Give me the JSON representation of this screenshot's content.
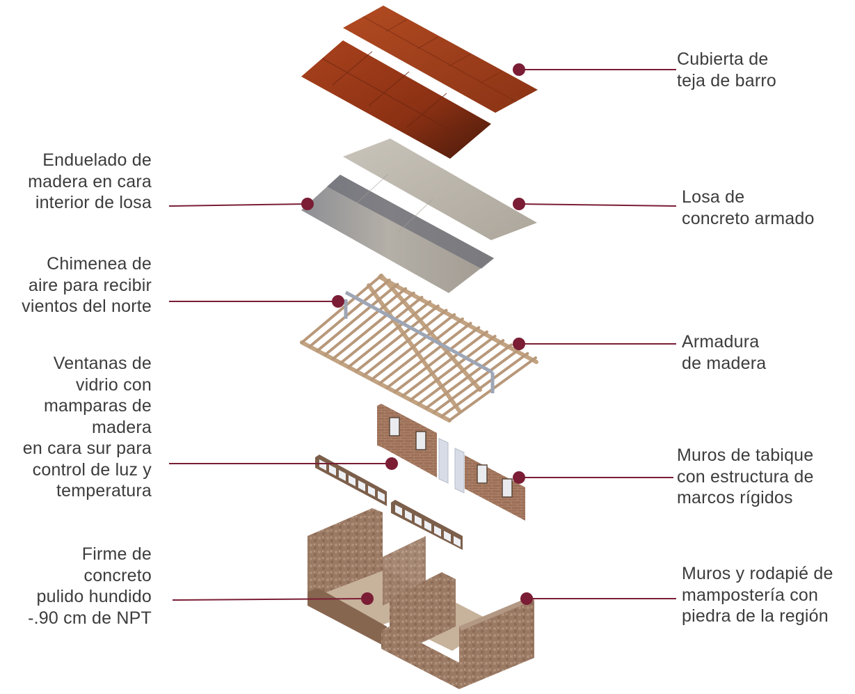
{
  "colors": {
    "leader": "#7a1d35",
    "label_text": "#3c3c3c",
    "tile": "#a2401c",
    "concrete_slab": "#bdb7ad",
    "ceiling_underside": "#75767c",
    "timber": "#c2a382",
    "brick": "#9a6e55",
    "stone": "#9d7d66"
  },
  "labels": {
    "roof_tile": [
      "Cubierta de",
      "teja de barro"
    ],
    "wood_ceiling": [
      "Enduelado de",
      "madera en cara",
      "interior de losa"
    ],
    "concrete_slab": [
      "Losa de",
      "concreto armado"
    ],
    "air_chimney": [
      "Chimenea de",
      "aire para recibir",
      "vientos del norte"
    ],
    "wood_truss": [
      "Armadura",
      "de madera"
    ],
    "windows": [
      "Ventanas de",
      "vidrio con",
      "mamparas de",
      "madera",
      "en cara sur para",
      "control de luz y",
      "temperatura"
    ],
    "partition_walls": [
      "Muros de tabique",
      "con estructura de",
      "marcos rígidos"
    ],
    "floor": [
      "Firme de",
      "concreto",
      "pulido hundido",
      "-.90 cm de NPT"
    ],
    "stone_walls": [
      "Muros y rodapié de",
      "mampostería con",
      "piedra de la región"
    ]
  }
}
